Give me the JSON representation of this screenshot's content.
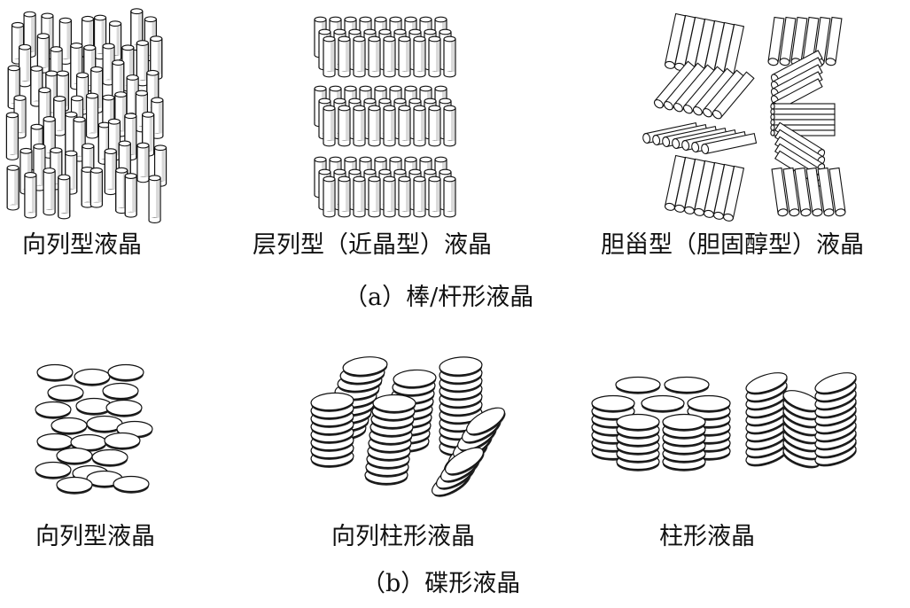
{
  "section_a": {
    "caption": "（a）棒/杆形液晶",
    "panels": [
      {
        "label": "向列型液晶"
      },
      {
        "label": "层列型（近晶型）液晶"
      },
      {
        "label": "胆甾型（胆固醇型）液晶"
      }
    ]
  },
  "section_b": {
    "caption": "（b）碟形液晶",
    "panels": [
      {
        "label": "向列型液晶"
      },
      {
        "label": "向列柱形液晶"
      },
      {
        "label": "柱形液晶"
      }
    ]
  },
  "colors": {
    "outline": "#111111",
    "fill": "#ffffff",
    "shade": "#d9d9d9"
  }
}
